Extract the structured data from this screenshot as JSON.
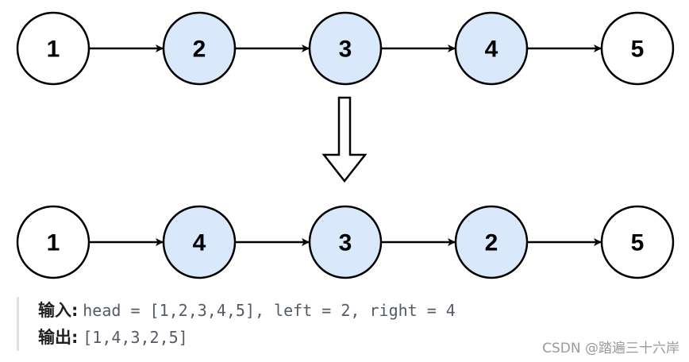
{
  "colors": {
    "node_fill_plain": "#ffffff",
    "node_fill_highlight": "#dae8fc",
    "stroke": "#000000"
  },
  "rows": [
    {
      "nodes": [
        {
          "label": "1",
          "highlight": false
        },
        {
          "label": "2",
          "highlight": true
        },
        {
          "label": "3",
          "highlight": true
        },
        {
          "label": "4",
          "highlight": true
        },
        {
          "label": "5",
          "highlight": false
        }
      ]
    },
    {
      "nodes": [
        {
          "label": "1",
          "highlight": false
        },
        {
          "label": "4",
          "highlight": true
        },
        {
          "label": "3",
          "highlight": true
        },
        {
          "label": "2",
          "highlight": true
        },
        {
          "label": "5",
          "highlight": false
        }
      ]
    }
  ],
  "example": {
    "input_label": "输入:",
    "input_value": "head = [1,2,3,4,5], left = 2, right = 4",
    "output_label": "输出:",
    "output_value": "[1,4,3,2,5]"
  },
  "watermark": "CSDN @踏遍三十六岸"
}
